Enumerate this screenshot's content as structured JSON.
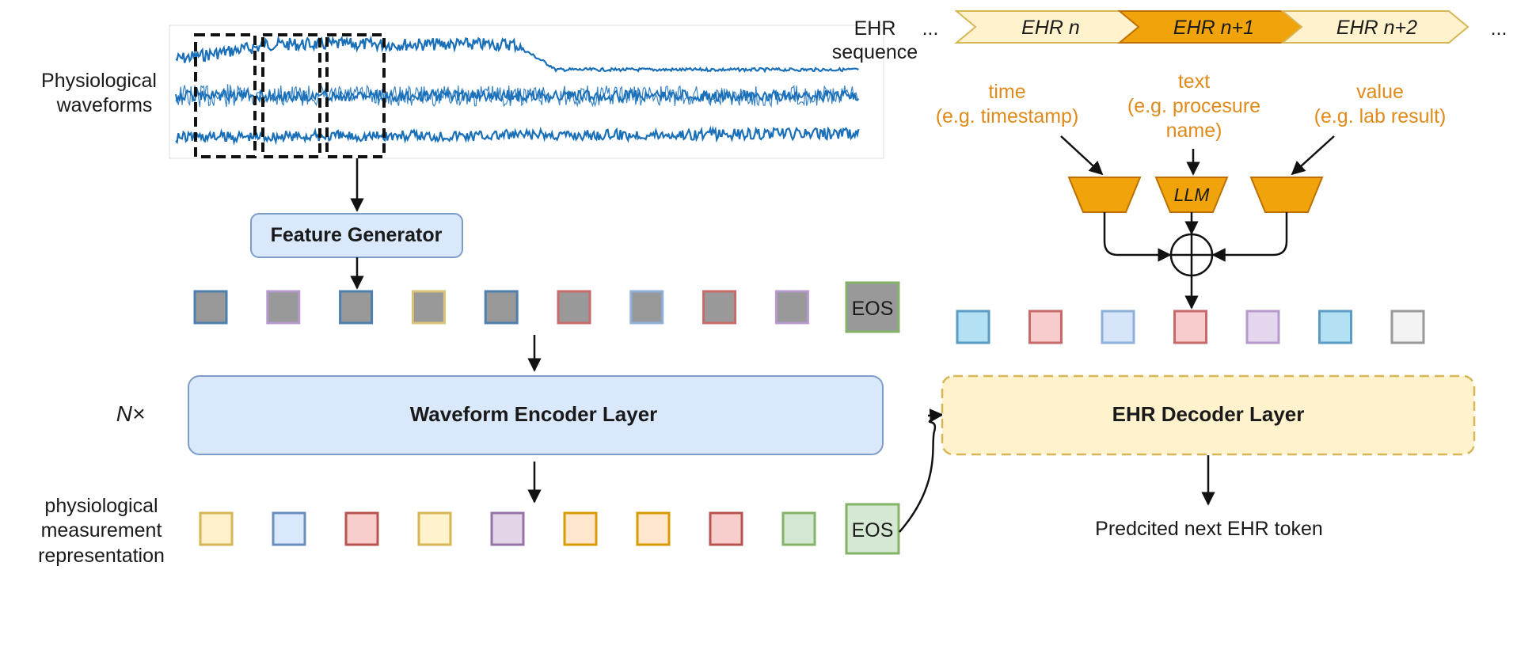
{
  "labels": {
    "physio_waveforms": [
      "Physiological",
      "waveforms"
    ],
    "ehr_sequence": [
      "EHR",
      "sequence"
    ],
    "feature_generator": "Feature Generator",
    "waveform_encoder": "Waveform Encoder Layer",
    "ehr_decoder": "EHR Decoder Layer",
    "n_times": "N×",
    "physio_repr": [
      "physiological",
      "measurement",
      "representation"
    ],
    "predicted": "Predcited next EHR token",
    "eos": "EOS",
    "ellipsis": "...",
    "llm": "LLM"
  },
  "ehr_tokens": [
    "EHR n",
    "EHR n+1",
    "EHR n+2"
  ],
  "ehr_fields": [
    {
      "name": "time",
      "example": "(e.g. timestamp)"
    },
    {
      "name": "text",
      "example": [
        "(e.g. procesure",
        "name)"
      ]
    },
    {
      "name": "value",
      "example": "(e.g. lab result)"
    }
  ],
  "colors": {
    "waveform": "#1a70b8",
    "orange": "#f0a010",
    "light_orange": "#fcefb4",
    "blue_box": "#d4e4f8",
    "blue_border": "#7e9cc8",
    "grey_square": "#999999"
  },
  "feature_square_borders": [
    "#4d7fb0",
    "#b799cc",
    "#4d7fb0",
    "#d9c27a",
    "#4d7fb0",
    "#c86a6a",
    "#8fb0d8",
    "#c86a6a",
    "#b799cc"
  ],
  "ehr_square_fills": [
    "#b3e0f2",
    "#f8cccc",
    "#d6e5fa",
    "#f8cccc",
    "#e4d6ec",
    "#b3e0f2",
    "#f3f3f3"
  ],
  "ehr_square_borders": [
    "#5b9bc5",
    "#c86a6a",
    "#8fb0d8",
    "#c86a6a",
    "#b799cc",
    "#5b9bc5",
    "#999999"
  ],
  "repr_square_fills": [
    "#fff0cc",
    "#dae8fc",
    "#f8cecc",
    "#fff2cc",
    "#e1d5e7",
    "#ffe6cc",
    "#ffe6cc",
    "#f8cecc",
    "#d5e8d4"
  ],
  "repr_square_borders": [
    "#d6b656",
    "#6c8ebf",
    "#b85450",
    "#d6b656",
    "#9673a6",
    "#d79b00",
    "#d79b00",
    "#b85450",
    "#82b366"
  ]
}
